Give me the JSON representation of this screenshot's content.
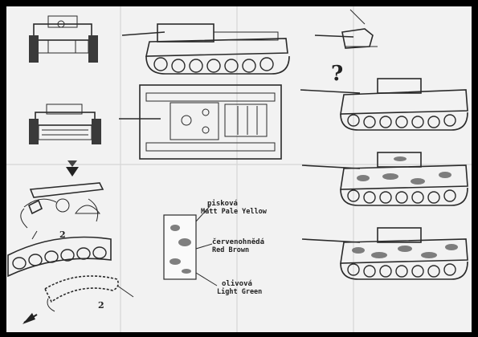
{
  "sheet": {
    "background": "#f2f2f2",
    "ink": "#2a2a2a",
    "border": "#000000"
  },
  "markers": {
    "question_top": "?",
    "question_small_1": "2",
    "question_small_2": "2"
  },
  "legend": {
    "title": "Camouflage colours",
    "items": [
      {
        "czech": "pisková",
        "english": "Matt Pale Yellow"
      },
      {
        "czech": "červenohnědá",
        "english": "Red Brown"
      },
      {
        "czech": "olivová",
        "english": "Light Green"
      }
    ]
  }
}
